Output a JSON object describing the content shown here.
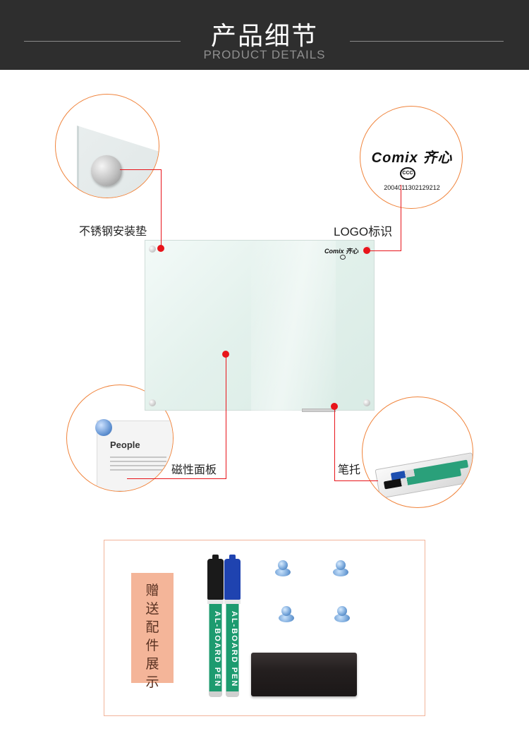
{
  "header": {
    "title": "产品细节",
    "subtitle": "PRODUCT DETAILS"
  },
  "details": {
    "standoff": {
      "label": "不锈钢安装垫"
    },
    "logo": {
      "label": "LOGO标识",
      "brand": "Comix 齐心",
      "ccc": "CCC",
      "cert_number": "2004011302129212"
    },
    "panel": {
      "label": "磁性面板",
      "card_title": "People"
    },
    "pen_tray": {
      "label": "笔托"
    }
  },
  "board": {
    "logo": "Comix 齐心"
  },
  "accessories": {
    "tag": "赠\n送\n配\n件\n展\n示",
    "marker_brand": "AL-BOARD PEN"
  },
  "colors": {
    "header_bg": "#2e2e2e",
    "accent_orange": "#f0843c",
    "callout_red": "#e8141a",
    "tag_bg": "#f4b599",
    "marker_green": "#1d9b6f"
  }
}
